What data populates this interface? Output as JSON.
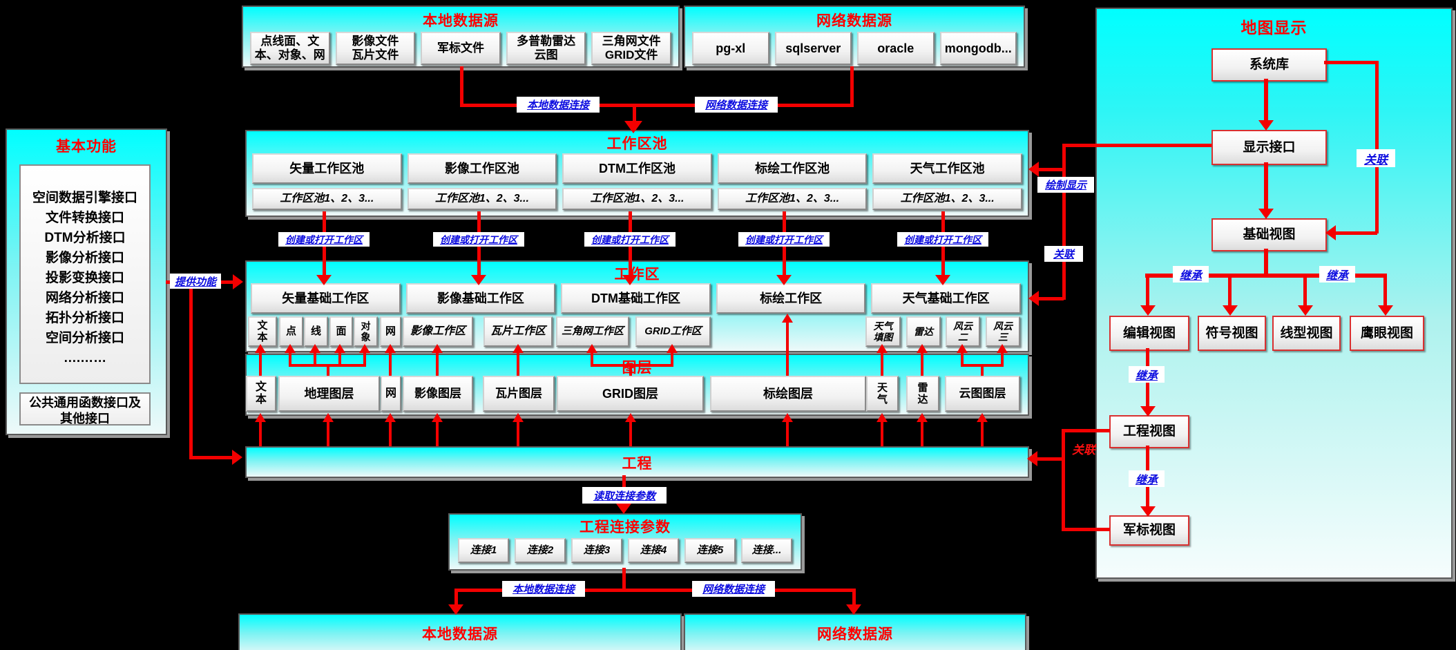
{
  "colors": {
    "accent_red": "#ff0000",
    "label_blue": "#0b0bdf",
    "cyan": "#00ffff"
  },
  "local_source": {
    "title": "本地数据源",
    "items": [
      "点线面、文\n本、对象、网",
      "影像文件\n瓦片文件",
      "军标文件",
      "多普勒雷达\n云图",
      "三角网文件\nGRID文件"
    ]
  },
  "net_source": {
    "title": "网络数据源",
    "items": [
      "pg-xl",
      "sqlserver",
      "oracle",
      "mongodb..."
    ]
  },
  "basic": {
    "title": "基本功能",
    "lines": "空间数据引擎接口\n文件转换接口\nDTM分析接口\n影像分析接口\n投影变换接口\n网络分析接口\n拓扑分析接口\n空间分析接口\n….……",
    "footer": "公共通用函数接口及\n其他接口"
  },
  "pool": {
    "title": "工作区池",
    "row1": [
      "矢量工作区池",
      "影像工作区池",
      "DTM工作区池",
      "标绘工作区池",
      "天气工作区池"
    ],
    "row2": "工作区池1、2、3..."
  },
  "workspace": {
    "title": "工作区",
    "row1": [
      "矢量基础工作区",
      "影像基础工作区",
      "DTM基础工作区",
      "标绘工作区",
      "天气基础工作区"
    ],
    "smalls": [
      "文\n本",
      "点",
      "线",
      "面",
      "对\n象",
      "网",
      "影像工作区",
      "瓦片工作区",
      "三角网工作区",
      "GRID工作区",
      "天气\n填图",
      "雷达",
      "风云\n二",
      "风云\n三"
    ]
  },
  "layers": {
    "title": "图层",
    "items": [
      "文\n本",
      "地理图层",
      "网",
      "影像图层",
      "瓦片图层",
      "GRID图层",
      "标绘图层",
      "天\n气",
      "雷\n达",
      "云图图层"
    ]
  },
  "project": {
    "title": "工程"
  },
  "conn_params": {
    "title": "工程连接参数",
    "items": [
      "连接1",
      "连接2",
      "连接3",
      "连接4",
      "连接5",
      "连接..."
    ]
  },
  "bottom": {
    "local": "本地数据源",
    "net": "网络数据源"
  },
  "map": {
    "title": "地图显示",
    "system_lib": "系统库",
    "display_if": "显示接口",
    "base_view": "基础视图",
    "edit_view": "编辑视图",
    "symbol_view": "符号视图",
    "line_view": "线型视图",
    "eagle_view": "鹰眼视图",
    "project_view": "工程视图",
    "mil_view": "军标视图"
  },
  "labels": {
    "local_conn": "本地数据连接",
    "net_conn": "网络数据连接",
    "create_open": "创建或打开工作区",
    "provide": "提供功能",
    "read_params": "读取连接参数",
    "draw_display": "绘制显示",
    "assoc": "关联",
    "inherit": "继承"
  }
}
